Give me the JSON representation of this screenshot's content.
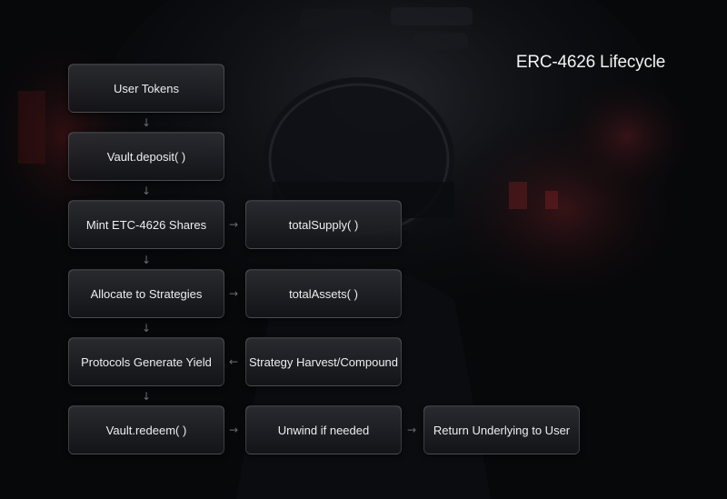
{
  "title": "ERC-4626 Lifecycle",
  "nodes": {
    "user_tokens": "User Tokens",
    "deposit": "Vault.deposit( )",
    "mint": "Mint ETC-4626 Shares",
    "total_supply": "totalSupply( )",
    "allocate": "Allocate to Strategies",
    "total_assets": "totalAssets( )",
    "protocols": "Protocols Generate Yield",
    "harvest": "Strategy Harvest/Compound",
    "redeem": "Vault.redeem( )",
    "unwind": "Unwind if needed",
    "return_user": "Return Underlying to User"
  },
  "arrows": {
    "down": "↓",
    "right": "→",
    "left": "←"
  }
}
